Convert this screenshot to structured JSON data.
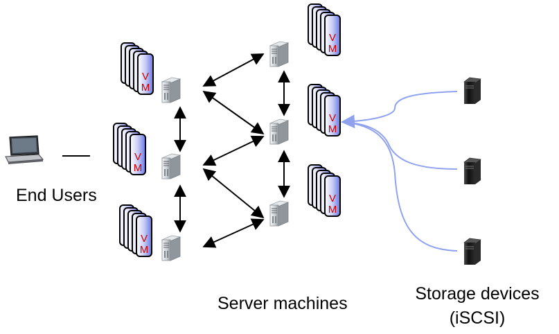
{
  "labels": {
    "end_users": "End Users",
    "server_machines": "Server machines",
    "storage_line1": "Storage devices",
    "storage_line2": "(iSCSI)"
  },
  "vm_stack": {
    "letter_top": "V",
    "letter_bottom": "M"
  },
  "colors": {
    "vm_card_stroke": "#000000",
    "vm_card_fill": "#2f3fd6",
    "vm_letter": "#cc0000",
    "arrow": "#000000",
    "storage_link": "#8fa2ee",
    "server_body": "#c8ccd0",
    "storage_body": "#1a1a1a"
  },
  "diagram": {
    "links": [
      {
        "from": "server-left-top",
        "to": "server-mid-top",
        "style": "double-arrow"
      },
      {
        "from": "server-left-top",
        "to": "server-mid-mid",
        "style": "double-arrow"
      },
      {
        "from": "server-left-mid",
        "to": "server-mid-mid",
        "style": "double-arrow"
      },
      {
        "from": "server-left-mid",
        "to": "server-mid-bot",
        "style": "double-arrow"
      },
      {
        "from": "server-left-bot",
        "to": "server-mid-bot",
        "style": "double-arrow"
      },
      {
        "from": "server-left-top",
        "to": "server-left-mid",
        "style": "double-arrow"
      },
      {
        "from": "server-left-mid",
        "to": "server-left-bot",
        "style": "double-arrow"
      },
      {
        "from": "server-mid-top",
        "to": "server-mid-mid",
        "style": "double-arrow"
      },
      {
        "from": "server-mid-mid",
        "to": "server-mid-bot",
        "style": "double-arrow"
      },
      {
        "from": "laptop",
        "to": "vm-left-mid",
        "style": "line"
      },
      {
        "from": "storage-top",
        "to": "vm-mid-mid",
        "style": "curve-arrow"
      },
      {
        "from": "storage-mid",
        "to": "vm-mid-mid",
        "style": "curve-arrow"
      },
      {
        "from": "storage-bot",
        "to": "vm-mid-mid",
        "style": "curve-arrow"
      }
    ]
  }
}
